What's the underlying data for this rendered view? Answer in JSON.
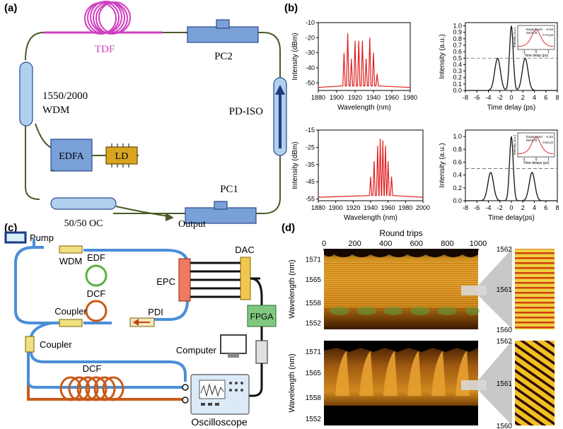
{
  "panel_labels": {
    "a": "(a)",
    "b": "(b)",
    "c": "(c)",
    "d": "(d)"
  },
  "panel_a": {
    "tdf": "TDF",
    "pc2": "PC2",
    "wdm_line1": "1550/2000",
    "wdm_line2": "WDM",
    "pd_iso": "PD-ISO",
    "edfa": "EDFA",
    "ld": "LD",
    "pc1": "PC1",
    "oc": "50/50 OC",
    "output": "Output",
    "colors": {
      "fiber": "#4a5a2a",
      "tdf": "#d040c0",
      "component": "#7aa0d8",
      "ld": "#d9a520"
    }
  },
  "panel_b": {
    "charts": [
      {
        "type": "line",
        "xlabel": "Wavelength (nm)",
        "ylabel": "Intensity (dBm)",
        "xticks": [
          "1880",
          "1900",
          "1920",
          "1940",
          "1960",
          "1980"
        ],
        "yticks": [
          "-10",
          "-20",
          "-30",
          "-40",
          "-50"
        ],
        "xlim": [
          1880,
          1980
        ],
        "ylim": [
          -55,
          -10
        ],
        "color": "#e02020"
      },
      {
        "type": "line",
        "xlabel": "Time delay (ps)",
        "ylabel": "Intensity (a.u.)",
        "xticks": [
          "-8",
          "-6",
          "-4",
          "-2",
          "0",
          "2",
          "4",
          "6",
          "8"
        ],
        "yticks": [
          "0.0",
          "0.1",
          "0.2",
          "0.3",
          "0.4",
          "0.5",
          "0.6",
          "0.7",
          "0.8",
          "0.9",
          "1.0"
        ],
        "xlim": [
          -8,
          8
        ],
        "ylim": [
          0,
          1.05
        ],
        "color": "#111111",
        "inset": {
          "legend_1": "Experiment",
          "legend_2": "Sech fit",
          "value": "~1.54",
          "fwhm": "0.74 ps",
          "xlabel": "Time delay (ps)",
          "ylabel": "Intensity (a.u.)",
          "xticks": [
            "-1",
            "0",
            "1"
          ]
        }
      },
      {
        "type": "line",
        "xlabel": "Wavelength (nm)",
        "ylabel": "Intensity (dBm)",
        "xticks": [
          "1880",
          "1900",
          "1920",
          "1940",
          "1960",
          "1980",
          "2000"
        ],
        "yticks": [
          "-15",
          "-25",
          "-35",
          "-45",
          "-55"
        ],
        "xlim": [
          1880,
          2000
        ],
        "ylim": [
          -56,
          -15
        ],
        "color": "#e02020"
      },
      {
        "type": "line",
        "xlabel": "Time delay(ps)",
        "ylabel": "Intensity (a.u.)",
        "xticks": [
          "-8",
          "-6",
          "-4",
          "-2",
          "0",
          "2",
          "4",
          "6",
          "8"
        ],
        "yticks": [
          "0.0",
          "0.2",
          "0.4",
          "0.6",
          "0.8",
          "1.0"
        ],
        "xlim": [
          -8,
          8
        ],
        "ylim": [
          0,
          1.1
        ],
        "color": "#111111",
        "inset": {
          "legend_1": "Experiment",
          "legend_2": "Sech fit",
          "value": "~1.54",
          "fwhm": "0.62 ps",
          "xlabel": "Time delays (ps)",
          "ylabel": "Intensity (a.u.)",
          "xticks": [
            "-1",
            "0",
            "1"
          ]
        }
      }
    ]
  },
  "panel_c": {
    "pump": "Pump",
    "edf": "EDF",
    "wdm": "WDM",
    "dac": "DAC",
    "epc": "EPC",
    "dcf_top": "DCF",
    "coupler_top": "Coupler",
    "pdi": "PDI",
    "fpga": "FPGA",
    "coupler_left": "Coupler",
    "computer": "Computer",
    "dcf_bottom": "DCF",
    "oscilloscope": "Oscilloscope",
    "colors": {
      "fiber": "#4a8ed8",
      "edf": "#5ab040",
      "dcf": "#c85a18",
      "epc": "#f07a60",
      "fpga": "#80c880",
      "coupler": "#f0e080"
    }
  },
  "panel_d": {
    "xlabel": "Round trips",
    "xticks": [
      "0",
      "200",
      "400",
      "600",
      "800",
      "1000"
    ],
    "ylabel": "Wavelength (nm)",
    "yticks": [
      "1571",
      "1565",
      "1558",
      "1552"
    ],
    "zoom_ticks": [
      "1562",
      "1561",
      "1560"
    ],
    "xlim": [
      0,
      1000
    ],
    "ylim": [
      1550,
      1574
    ]
  }
}
